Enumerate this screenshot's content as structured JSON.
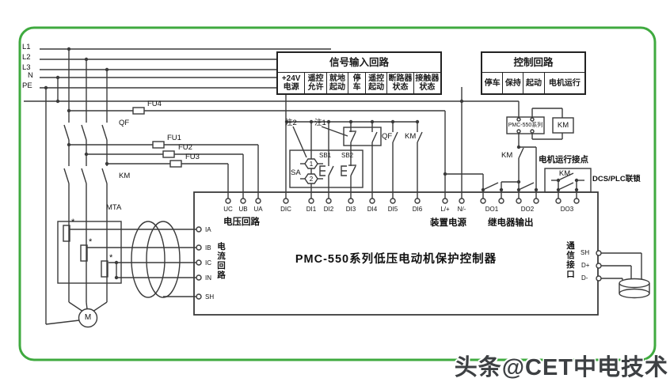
{
  "colors": {
    "border": "#3faa3f",
    "line": "#3a3a3a"
  },
  "power_lines": {
    "l1": "L1",
    "l2": "L2",
    "l3": "L3",
    "n": "N",
    "pe": "PE"
  },
  "fuses": {
    "fu1": "FU1",
    "fu2": "FU2",
    "fu3": "FU3",
    "fu4": "FU4"
  },
  "switchgear": {
    "breaker": "QF",
    "contactor": "KM",
    "ct_box": "MTA",
    "motor": "M",
    "polarity_mark": "*"
  },
  "signal_table": {
    "title": "信号输入回路",
    "columns": [
      "+24V电源",
      "遥控允许",
      "就地起动",
      "停车",
      "遥控起动",
      "断路器状态",
      "接触器状态"
    ]
  },
  "control_table": {
    "title": "控制回路",
    "columns": [
      "停车",
      "保持",
      "起动",
      "电机运行"
    ]
  },
  "notes": {
    "note1": "注1",
    "note2": "注2"
  },
  "local_panel": {
    "selector": "SA",
    "pos1": "1",
    "pos2": "2",
    "start_button": "SB1",
    "stop_button": "SB2"
  },
  "status_contacts": {
    "breaker": "QF",
    "contactor": "KM"
  },
  "control_circuit": {
    "pmc_relay": "PMC-550系列",
    "km_coil": "KM",
    "km_seal": "KM",
    "run_contact_title": "电机运行接点",
    "run_contact_km": "KM",
    "interlock": "DCS/PLC联锁"
  },
  "main_unit": {
    "title": "PMC-550系列低压电动机保护控制器",
    "voltage_caption": "电压回路",
    "current_caption": "电流回路",
    "power_caption": "装置电源",
    "relay_caption": "继电器输出",
    "comm_caption": "通信接口",
    "terminals": {
      "uc": "UC",
      "ub": "UB",
      "ua": "UA",
      "dic": "DIC",
      "di1": "DI1",
      "di2": "DI2",
      "di3": "DI3",
      "di4": "DI4",
      "di5": "DI5",
      "di6": "DI6",
      "l": "L/+",
      "n": "N/-",
      "do1": "DO1",
      "do2": "DO2",
      "do3": "DO3",
      "ia": "IA",
      "ib": "IB",
      "ic": "IC",
      "in": "IN",
      "sh": "SH",
      "comm_sh": "SH",
      "comm_dp": "D+",
      "comm_dm": "D-"
    }
  },
  "watermark": "头条@CET中电技术"
}
